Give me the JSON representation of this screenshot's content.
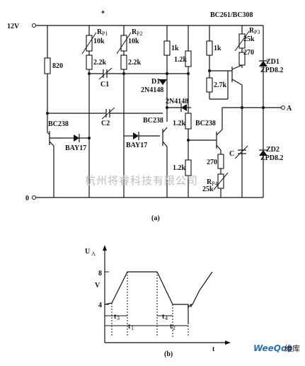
{
  "circuit": {
    "transistor_label": "BC261/BC308",
    "supply": "12V",
    "ground": "0",
    "output": "A",
    "caption": "(a)",
    "star": "*",
    "components": {
      "r820": "820",
      "rp1_label": "R",
      "rp1_sub": "P1",
      "rp1_val": "10k",
      "rp2_label": "R",
      "rp2_sub": "P2",
      "rp2_val": "10k",
      "r22k_a": "2.2k",
      "r22k_b": "2.2k",
      "c1": "C1",
      "c2": "C2",
      "r1k_a": "1k",
      "r12k_a": "1.2k",
      "r1k_b": "1k",
      "rp3_label": "R",
      "rp3_sub": "P3",
      "rp3_val": "25k",
      "r270_a": "270",
      "d1": "D1",
      "d1_type": "2N4148",
      "r27k": "2.7k",
      "zd1": "ZD1",
      "zd1_type": "ZPD8.2",
      "q1": "BC238",
      "bay17_a": "BAY17",
      "bay17_b": "BAY17",
      "q2": "BC238",
      "d2_type": "2N4148",
      "r12k_b": "1.2k",
      "q3": "BC238",
      "r270_b": "270",
      "c_var": "C",
      "zd2": "ZD2",
      "zd2_type": "ZPD8.2",
      "r12k_c": "1.2k",
      "rp4_label": "R",
      "rp4_sub": "P4",
      "rp4_val": "25k"
    }
  },
  "watermark": "杭州将睿科技有限公司",
  "graph": {
    "ylabel_main": "U",
    "ylabel_sub": "A",
    "yunit": "V",
    "ticks": [
      "8",
      "4"
    ],
    "t_labels": [
      {
        "main": "t",
        "sub": "3"
      },
      {
        "main": "t",
        "sub": "1"
      },
      {
        "main": "t",
        "sub": "4"
      },
      {
        "main": "t",
        "sub": "2"
      }
    ],
    "xlabel": "t",
    "caption": "(b)"
  },
  "brand": {
    "text": "WeeQoo",
    "suffix": "维库"
  }
}
